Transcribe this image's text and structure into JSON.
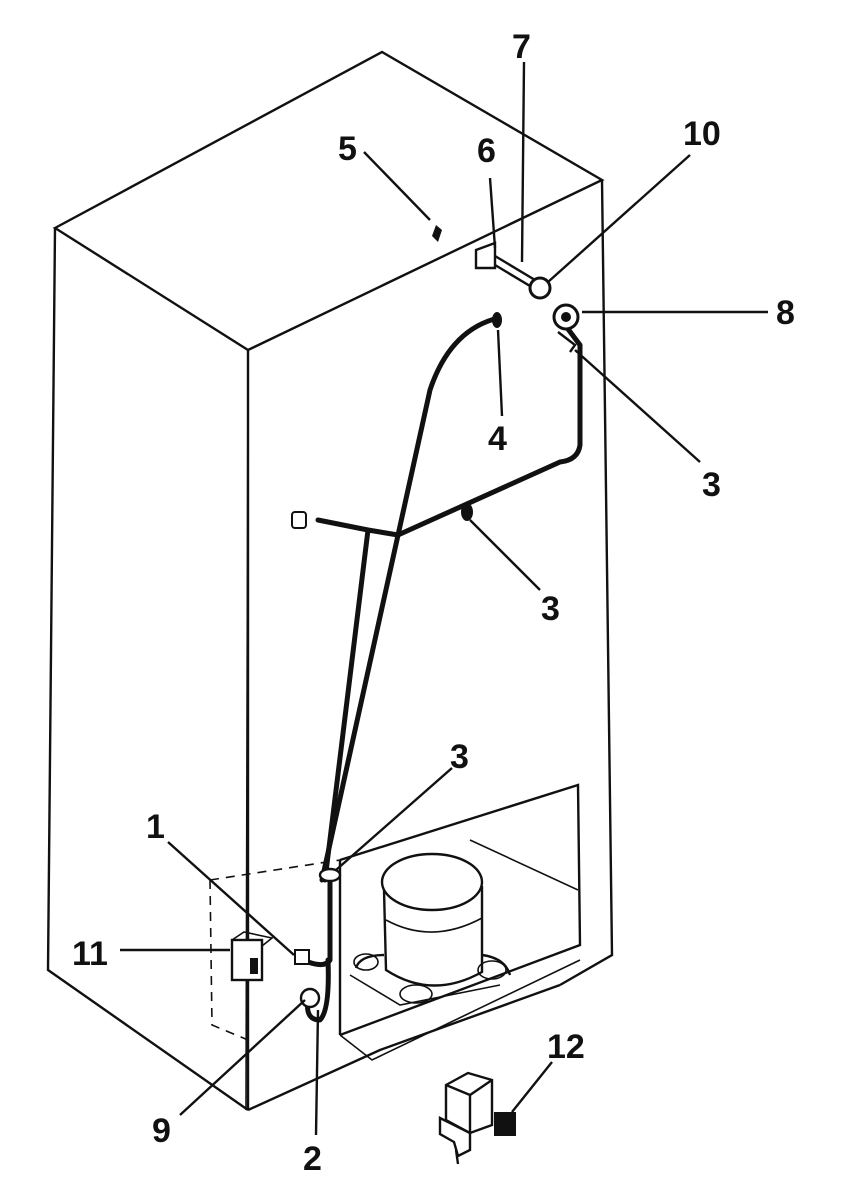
{
  "callouts": {
    "c1": "1",
    "c2": "2",
    "c3a": "3",
    "c3b": "3",
    "c3c": "3",
    "c4": "4",
    "c5": "5",
    "c6": "6",
    "c7": "7",
    "c8": "8",
    "c9": "9",
    "c10": "10",
    "c11": "11",
    "c12": "12"
  }
}
